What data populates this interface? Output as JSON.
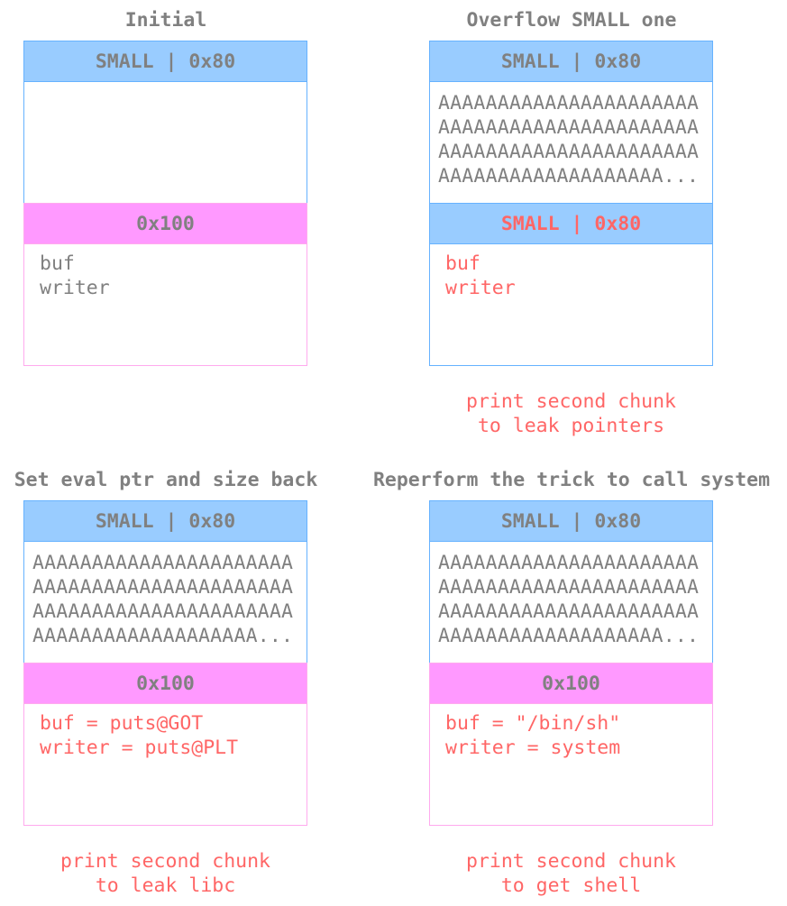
{
  "panels": [
    {
      "title": "Initial",
      "top_header": "SMALL | 0x80",
      "top_body": "",
      "mid_header": "0x100",
      "bottom_body": "buf\nwriter",
      "caption": ""
    },
    {
      "title": "Overflow SMALL one",
      "top_header": "SMALL | 0x80",
      "top_body": "AAAAAAAAAAAAAAAAAAAAAA\nAAAAAAAAAAAAAAAAAAAAAA\nAAAAAAAAAAAAAAAAAAAAAA\nAAAAAAAAAAAAAAAAAAA...",
      "mid_header": "SMALL | 0x80",
      "bottom_body": "buf\nwriter",
      "caption": "print second chunk\nto leak pointers"
    },
    {
      "title": "Set eval ptr and size back",
      "top_header": "SMALL | 0x80",
      "top_body": "AAAAAAAAAAAAAAAAAAAAAA\nAAAAAAAAAAAAAAAAAAAAAA\nAAAAAAAAAAAAAAAAAAAAAA\nAAAAAAAAAAAAAAAAAAA...",
      "mid_header": "0x100",
      "bottom_body": "buf = puts@GOT\nwriter = puts@PLT",
      "caption": "print second chunk\nto leak libc"
    },
    {
      "title": "Reperform the trick to call system",
      "top_header": "SMALL | 0x80",
      "top_body": "AAAAAAAAAAAAAAAAAAAAAA\nAAAAAAAAAAAAAAAAAAAAAA\nAAAAAAAAAAAAAAAAAAAAAA\nAAAAAAAAAAAAAAAAAAA...",
      "mid_header": "0x100",
      "bottom_body": "buf = \"/bin/sh\"\nwriter = system",
      "caption": "print second chunk\nto get shell"
    }
  ],
  "colors": {
    "blue": "#99ccff",
    "pink": "#ff99ff",
    "gray_text": "#808080",
    "red_text": "#ff6666"
  }
}
